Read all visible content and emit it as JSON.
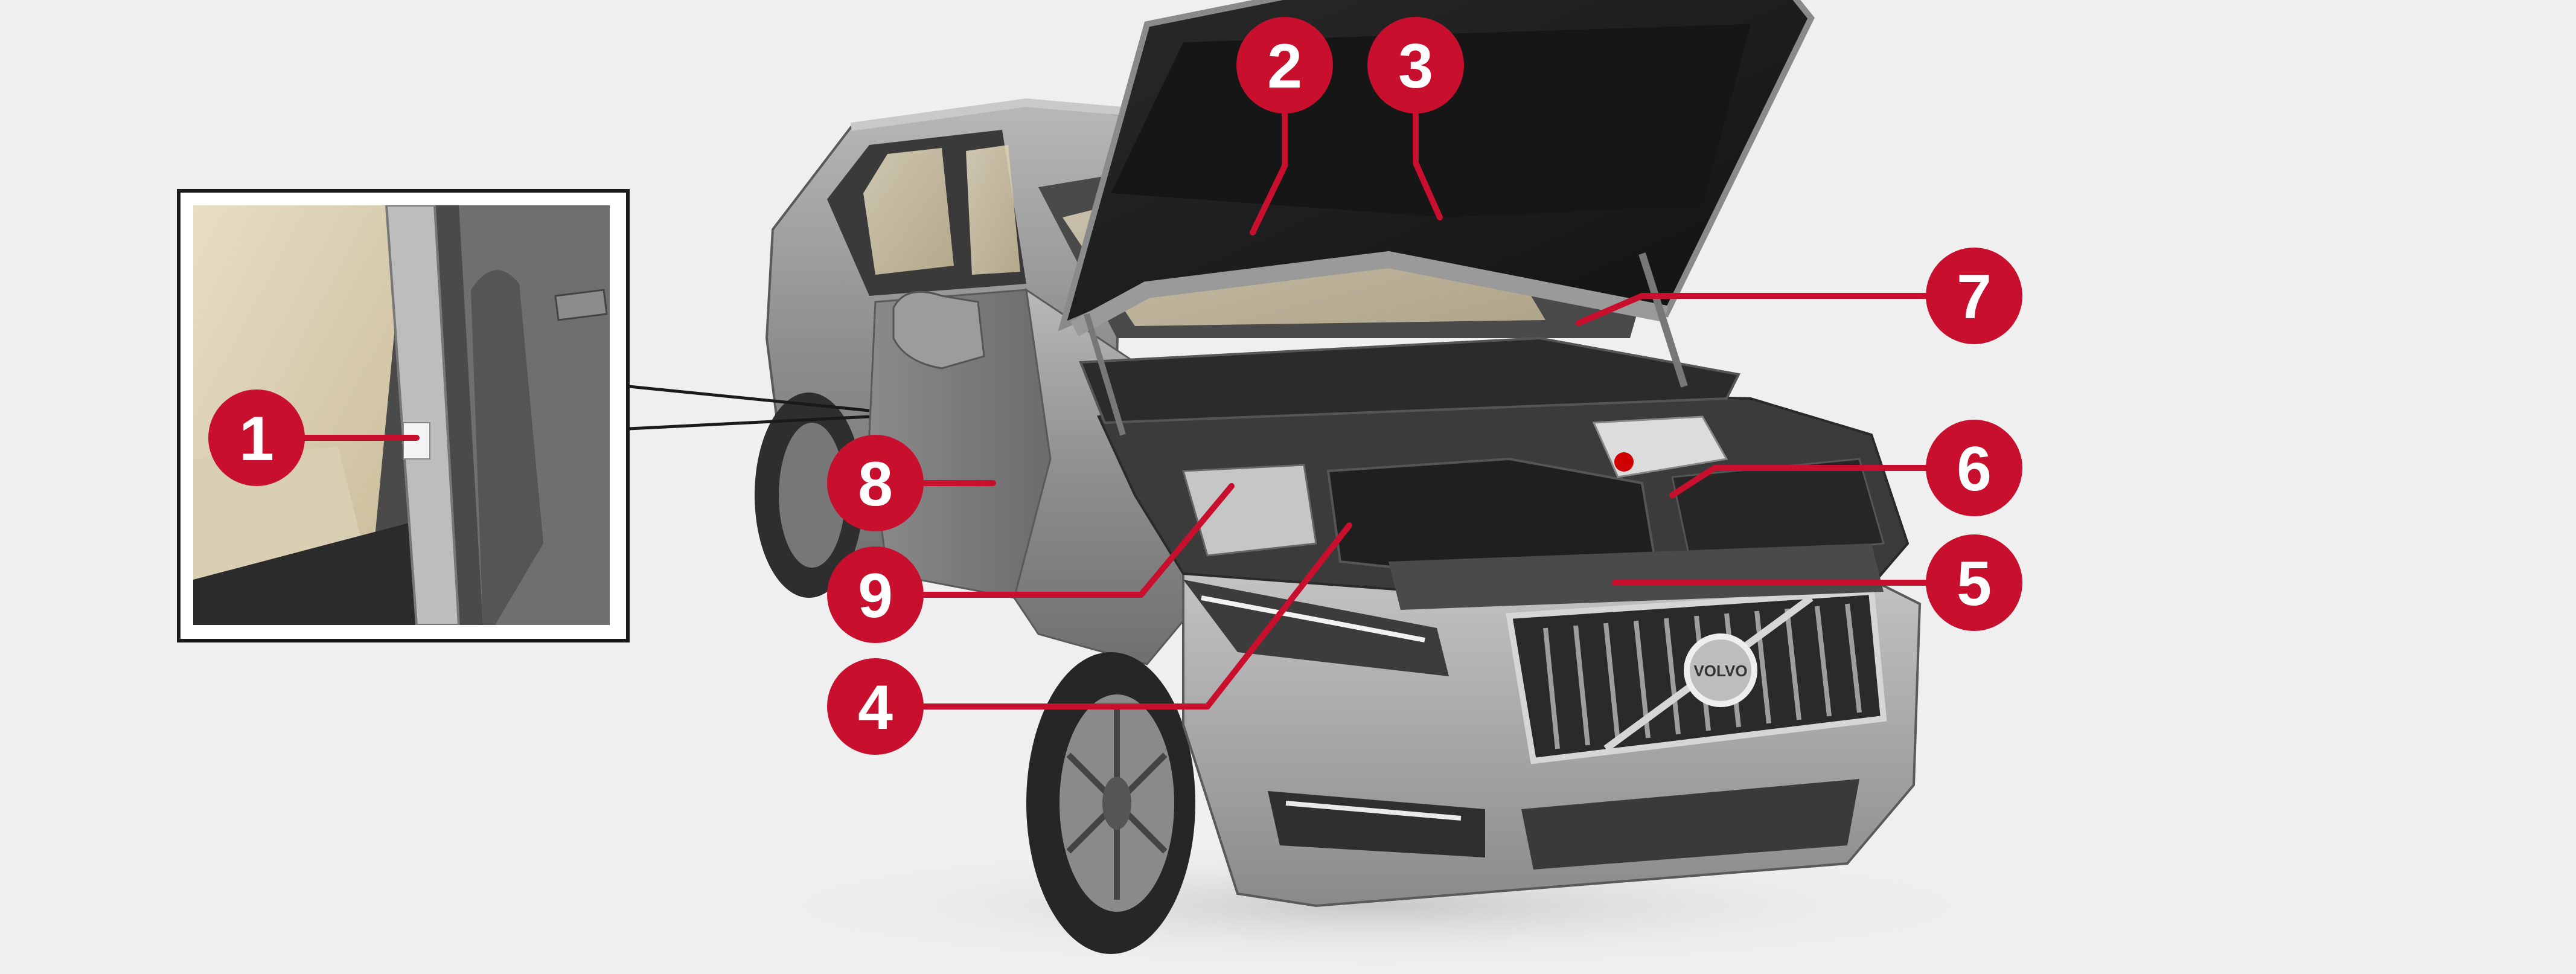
{
  "colors": {
    "background": "#efefef",
    "callout_fill": "#c8102e",
    "callout_text": "#ffffff",
    "leader_line": "#c8102e",
    "car_body": "#9a9a9a",
    "inset_border": "#1a1a1a"
  },
  "callouts": [
    {
      "id": "callout-1",
      "label": "1"
    },
    {
      "id": "callout-2",
      "label": "2"
    },
    {
      "id": "callout-3",
      "label": "3"
    },
    {
      "id": "callout-4",
      "label": "4"
    },
    {
      "id": "callout-5",
      "label": "5"
    },
    {
      "id": "callout-6",
      "label": "6"
    },
    {
      "id": "callout-7",
      "label": "7"
    },
    {
      "id": "callout-8",
      "label": "8"
    },
    {
      "id": "callout-9",
      "label": "9"
    }
  ],
  "grille_emblem": "VOLVO"
}
